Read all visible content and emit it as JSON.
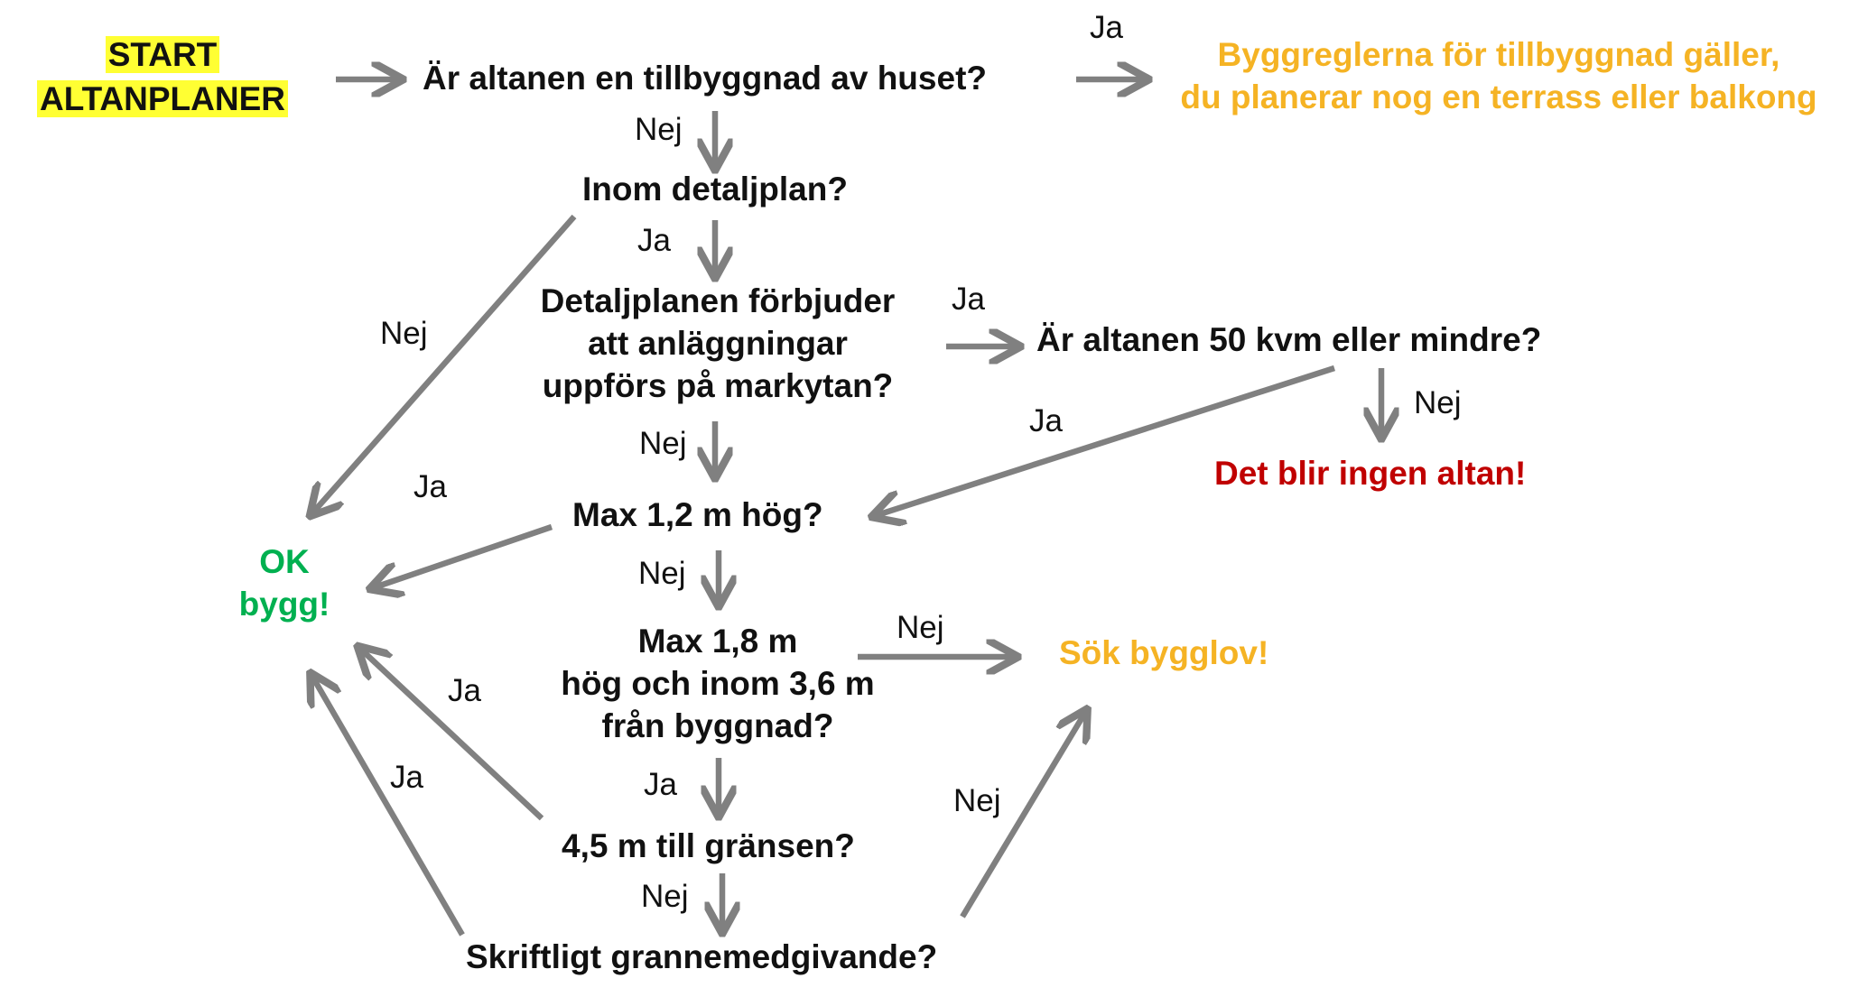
{
  "start": {
    "line1": "START",
    "line2": "ALTANPLANER"
  },
  "questions": {
    "q1": "Är altanen en tillbyggnad av huset?",
    "q2": "Inom detaljplan?",
    "q3": [
      "Detaljplanen förbjuder",
      "att anläggningar",
      "uppförs på markytan?"
    ],
    "q4": "Är altanen 50 kvm eller mindre?",
    "q5": "Max 1,2 m hög?",
    "q6": [
      "Max 1,8 m",
      "hög och inom 3,6 m",
      "från byggnad?"
    ],
    "q7": "4,5 m till gränsen?",
    "q8": "Skriftligt grannemedgivande?"
  },
  "results": {
    "extension": [
      "Byggreglerna för tillbyggnad gäller,",
      "du planerar nog en terrass eller balkong"
    ],
    "no_deck": "Det blir ingen altan!",
    "ok": [
      "OK",
      "bygg!"
    ],
    "permit": "Sök bygglov!"
  },
  "labels": {
    "ja": "Ja",
    "nej": "Nej"
  },
  "colors": {
    "arrow": "#808080",
    "start_highlight": "#ffff33",
    "extension": "#f5b324",
    "no_deck": "#c00000",
    "ok": "#00b050",
    "permit": "#f5b324"
  }
}
